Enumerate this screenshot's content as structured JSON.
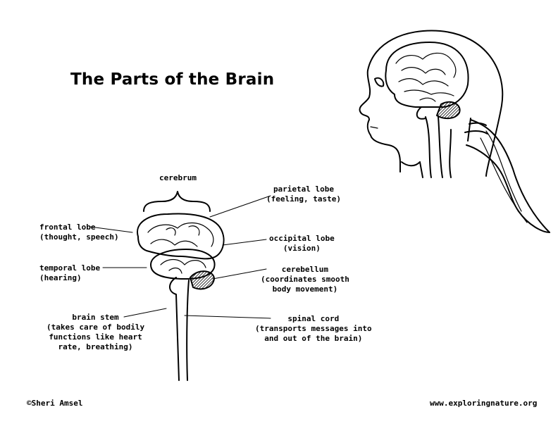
{
  "title": "The Parts of the Brain",
  "labels": {
    "cerebrum": "cerebrum",
    "parietal": {
      "name": "parietal lobe",
      "desc": "(feeling, taste)"
    },
    "frontal": {
      "name": "frontal lobe",
      "desc": "(thought, speech)"
    },
    "occipital": {
      "name": "occipital lobe",
      "desc": "(vision)"
    },
    "temporal": {
      "name": "temporal lobe",
      "desc": "(hearing)"
    },
    "cerebellum": {
      "name": "cerebellum",
      "desc1": "(coordinates smooth",
      "desc2": "body movement)"
    },
    "brainstem": {
      "name": "brain stem",
      "desc1": "(takes care of bodily",
      "desc2": "functions like heart",
      "desc3": "rate, breathing)"
    },
    "spinal": {
      "name": "spinal cord",
      "desc1": "(transports messages into",
      "desc2": "and out of the brain)"
    }
  },
  "footer": {
    "copyright": "©Sheri Amsel",
    "website": "www.exploringnature.org"
  }
}
